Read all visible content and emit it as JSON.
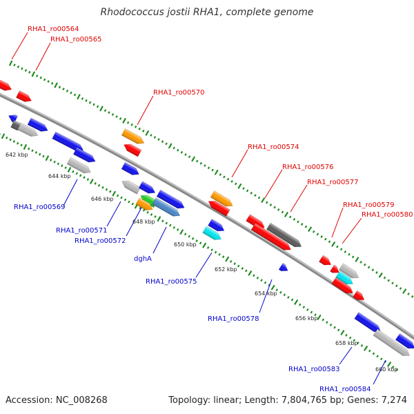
{
  "title": "Rhodococcus jostii RHA1, complete genome",
  "footer": {
    "accession": "Accession: NC_008268",
    "topology": "Topology: linear; Length: 7,804,765 bp; Genes: 7,274"
  },
  "colors": {
    "backbone": "#8a8a8a",
    "tick": "#1f8a1f",
    "label_top": "#e00000",
    "label_bottom": "#0000cc",
    "red": "#ff0000",
    "blue": "#1010ee",
    "grey": "#b8b8b8",
    "darkgrey": "#5a5a5a",
    "orange": "#ff9900",
    "cyan": "#00e5ee",
    "green": "#22cc22",
    "steelblue": "#4a86c8"
  },
  "scale_ticks": [
    "642 kbp",
    "644 kbp",
    "646 kbp",
    "648 kbp",
    "650 kbp",
    "652 kbp",
    "654 kbp",
    "656 kbp",
    "658 kbp",
    "660 kbp"
  ],
  "labels_top": [
    "RHA1_ro00564",
    "RHA1_ro00565",
    "RHA1_ro00570",
    "RHA1_ro00574",
    "RHA1_ro00576",
    "RHA1_ro00577",
    "RHA1_ro00579",
    "RHA1_ro00580"
  ],
  "labels_bottom": [
    "RHA1_ro00569",
    "RHA1_ro00571",
    "RHA1_ro00572",
    "dghA",
    "RHA1_ro00575",
    "RHA1_ro00578",
    "RHA1_ro00583",
    "RHA1_ro00584"
  ]
}
